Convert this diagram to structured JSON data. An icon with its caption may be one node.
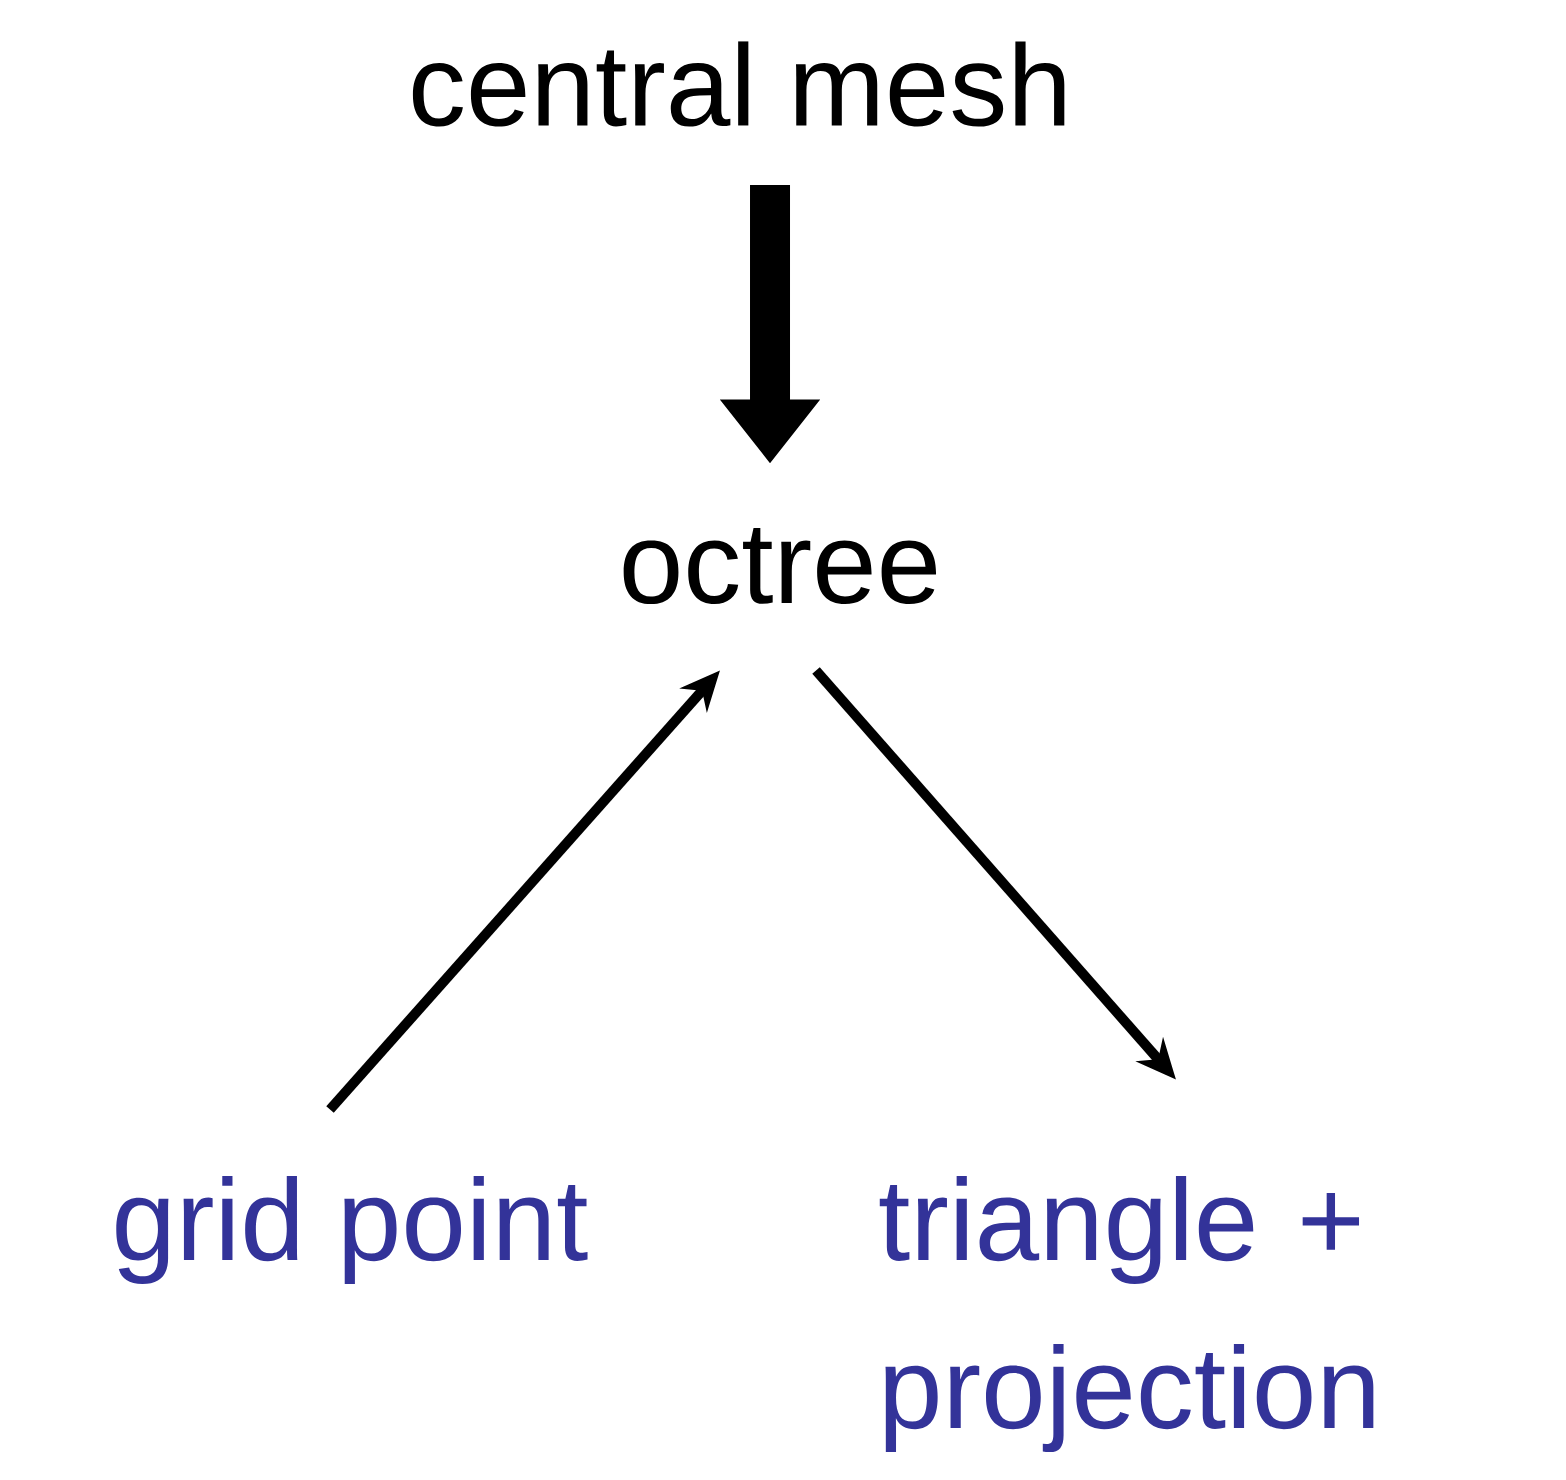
{
  "diagram": {
    "nodes": [
      {
        "text": [
          "central mesh"
        ]
      },
      {
        "text": [
          "octree"
        ]
      },
      {
        "text": [
          "grid point"
        ]
      },
      {
        "text": [
          "triangle + projection"
        ]
      }
    ],
    "edges": [
      {
        "from": 0,
        "to": 1,
        "arrow": "to",
        "style": "thick"
      },
      {
        "from": 2,
        "to": 1,
        "arrow": "to"
      },
      {
        "from": 1,
        "to": 3,
        "arrow": "to"
      }
    ]
  }
}
